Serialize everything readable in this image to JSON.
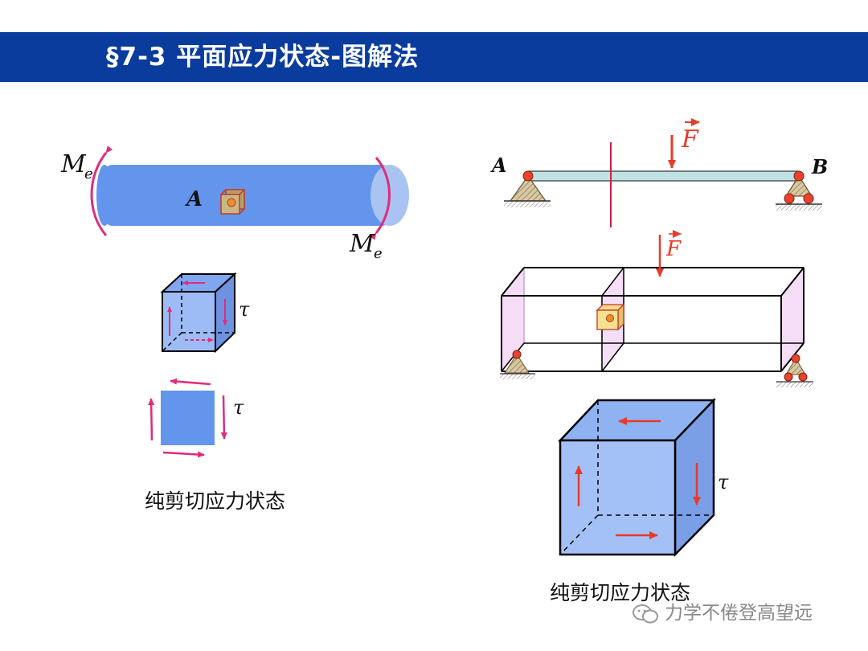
{
  "header": {
    "title": "§7-3   平面应力状态-图解法"
  },
  "shaft": {
    "moment_label_left": "M",
    "moment_label_right": "M",
    "moment_subscript": "e",
    "point_label": "A"
  },
  "small_cube": {
    "stress_label": "τ"
  },
  "square": {
    "stress_label": "τ"
  },
  "caption_left": "纯剪切应力状态",
  "beam": {
    "support_left": "A",
    "support_right": "B",
    "force_label": "F",
    "force_label_lower": "F"
  },
  "big_cube": {
    "stress_label": "τ"
  },
  "caption_right": "纯剪切应力状态",
  "watermark": "力学不倦登高望远",
  "colors": {
    "title_bar": "#0a3c9e",
    "shaft": "#6495ed",
    "arrow_red": "#e83a2a",
    "moment_magenta": "#e02c7b",
    "support_node": "#e8432c"
  }
}
